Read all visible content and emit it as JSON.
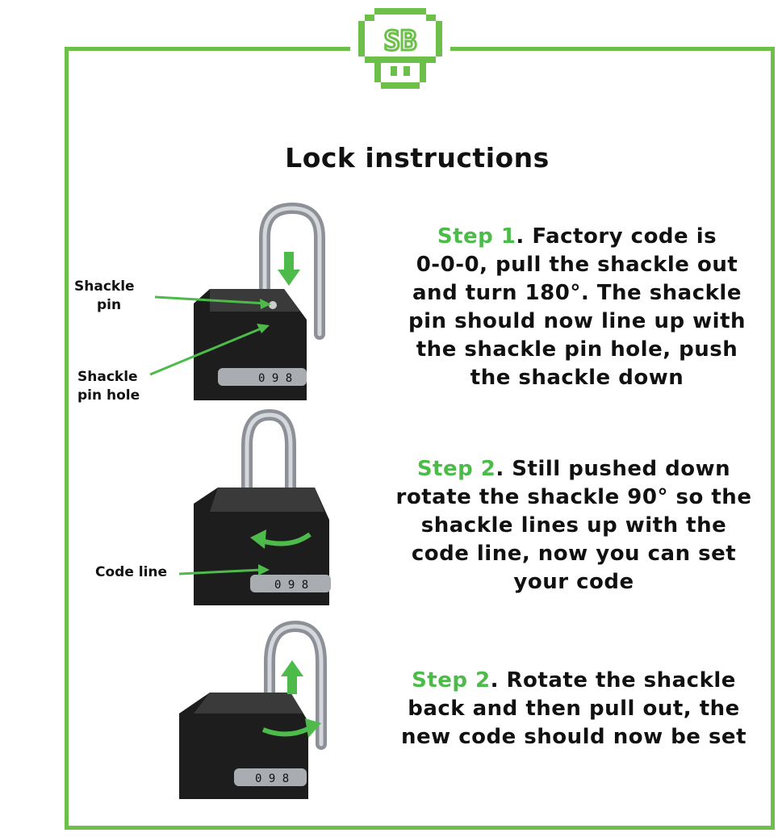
{
  "title": "Lock instructions",
  "colors": {
    "accent": "#6cc04a",
    "step_label": "#4dbb4a",
    "text": "#111111",
    "lock_body": "#1a1a1a",
    "shackle": "#9a9ea3"
  },
  "logo": {
    "text": "SB",
    "icon": "mushroom-logo-icon"
  },
  "steps": [
    {
      "lead": "Step 1",
      "lines": ". Factory code is|0-0-0, pull the shackle out|and turn 180°. The shackle|pin should now line up with|the shackle pin hole, push|the shackle down",
      "annotations": [
        "Shackle pin",
        "Shackle pin hole"
      ],
      "arrow": "down-arrow-icon"
    },
    {
      "lead": "Step 2",
      "lines": ". Still pushed down|rotate the shackle 90° so the|shackle lines up with the|code line, now you can set|your code",
      "annotations": [
        "Code line"
      ],
      "arrow": "curved-left-arrow-icon"
    },
    {
      "lead": "Step 2",
      "lines": ". Rotate the shackle|back and then pull out, the|new code should now be set",
      "annotations": [],
      "arrow": "up-arrow-icon"
    }
  ],
  "labels": {
    "shackle_pin_1": "Shackle",
    "shackle_pin_2": "pin",
    "pin_hole_1": "Shackle",
    "pin_hole_2": "pin hole",
    "code_line": "Code line"
  },
  "dial_digits": {
    "step1": "0 9 8",
    "step2": "0 9 8",
    "step3": "0 9 8"
  }
}
